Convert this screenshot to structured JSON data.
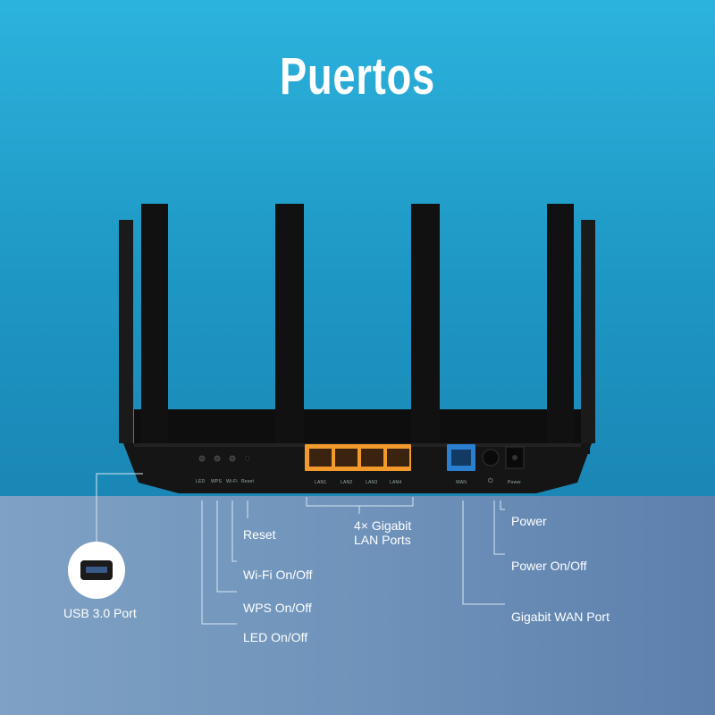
{
  "title": "Puertos",
  "device": {
    "top_labels": {
      "led": "LED",
      "wps": "WPS",
      "wifi": "Wi-Fi",
      "reset": "Reset",
      "lan1": "LAN1",
      "lan2": "LAN2",
      "lan3": "LAN3",
      "lan4": "LAN4",
      "wan": "WAN",
      "power_symbol": "⏻",
      "power": "Power"
    }
  },
  "callouts": {
    "usb": "USB 3.0 Port",
    "reset": "Reset",
    "wifi": "Wi-Fi On/Off",
    "wps": "WPS On/Off",
    "led": "LED On/Off",
    "lan_line1": "4× Gigabit",
    "lan_line2": "LAN Ports",
    "power": "Power",
    "power_onoff": "Power On/Off",
    "wan": "Gigabit WAN Port"
  },
  "colors": {
    "lan_port": "#f39a2c",
    "wan_port": "#2a7fd0",
    "router_body": "#141414"
  }
}
